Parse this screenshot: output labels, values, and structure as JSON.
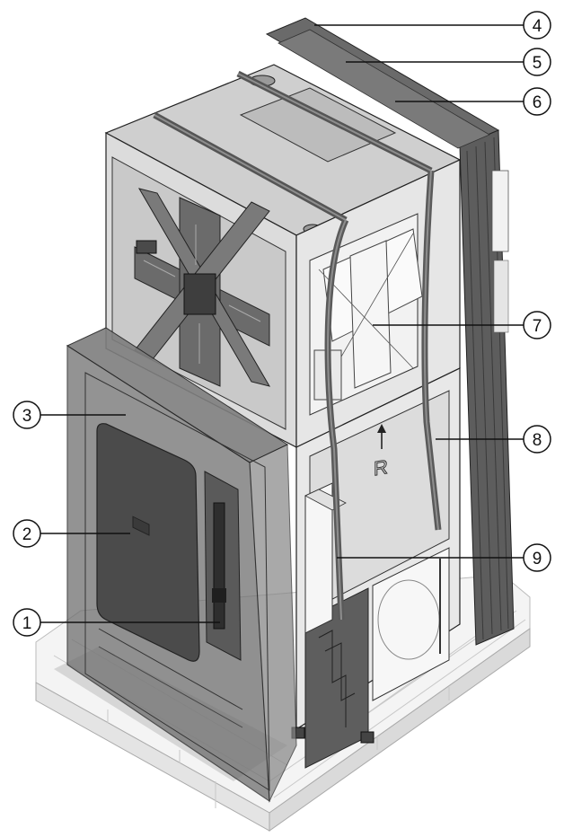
{
  "figure": {
    "colors": {
      "outline": "#222222",
      "pallet": "#f1f1f1",
      "casing_light": "#d8d8d8",
      "casing_mid": "#bdbdbd",
      "casing_dark": "#8a8a8a",
      "packaging": "#5a5a5a",
      "strap": "#6e6e6e",
      "strap_dark": "#4a4a4a"
    },
    "callouts": [
      {
        "label": "1"
      },
      {
        "label": "2"
      },
      {
        "label": "3"
      },
      {
        "label": "4"
      },
      {
        "label": "5"
      },
      {
        "label": "6"
      },
      {
        "label": "7"
      },
      {
        "label": "8"
      },
      {
        "label": "9"
      }
    ],
    "panel_marking": "R"
  }
}
